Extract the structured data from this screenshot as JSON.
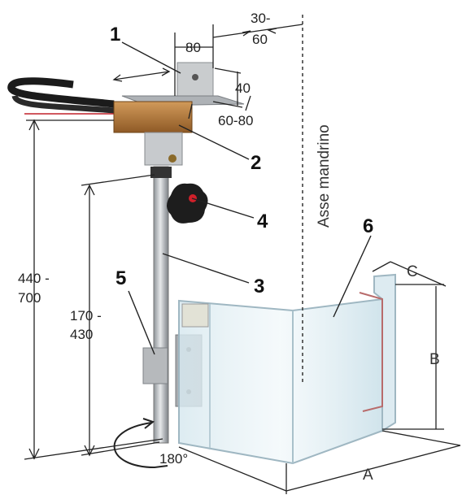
{
  "dimensions": {
    "bracket_width": "80",
    "offset_top": "30-",
    "offset_bottom": "60",
    "bracket_height": "40",
    "body_span": "60-80",
    "total_height_top": "440 -",
    "total_height_bottom": "700",
    "column_height_top": "170 -",
    "column_height_bottom": "430",
    "rotation": "180°",
    "width_a": "A",
    "height_b": "B",
    "depth_c": "C"
  },
  "callouts": [
    "1",
    "2",
    "3",
    "4",
    "5",
    "6"
  ],
  "axis_label": "Asse mandrino",
  "icons": [
    "rotation-arrow-icon"
  ],
  "colors": {
    "mount_body": "#b57a3c",
    "metal": "#b8bcc0",
    "knob": "#222222",
    "shield": "#cfe4ec"
  }
}
